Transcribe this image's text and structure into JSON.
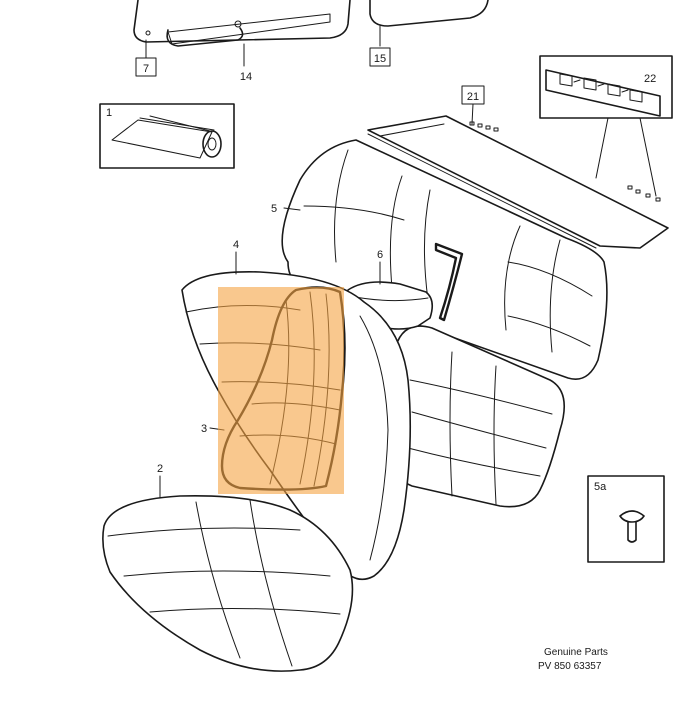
{
  "diagram": {
    "callouts": {
      "p1": "1",
      "p2": "2",
      "p3": "3",
      "p4": "4",
      "p5": "5",
      "p5a": "5a",
      "p6": "6",
      "p7": "7",
      "p14": "14",
      "p15": "15",
      "p21": "21",
      "p22": "22"
    },
    "highlight_color": "#f5a442",
    "footer": {
      "line1": "Genuine Parts",
      "line2": "PV 850  63357"
    }
  }
}
